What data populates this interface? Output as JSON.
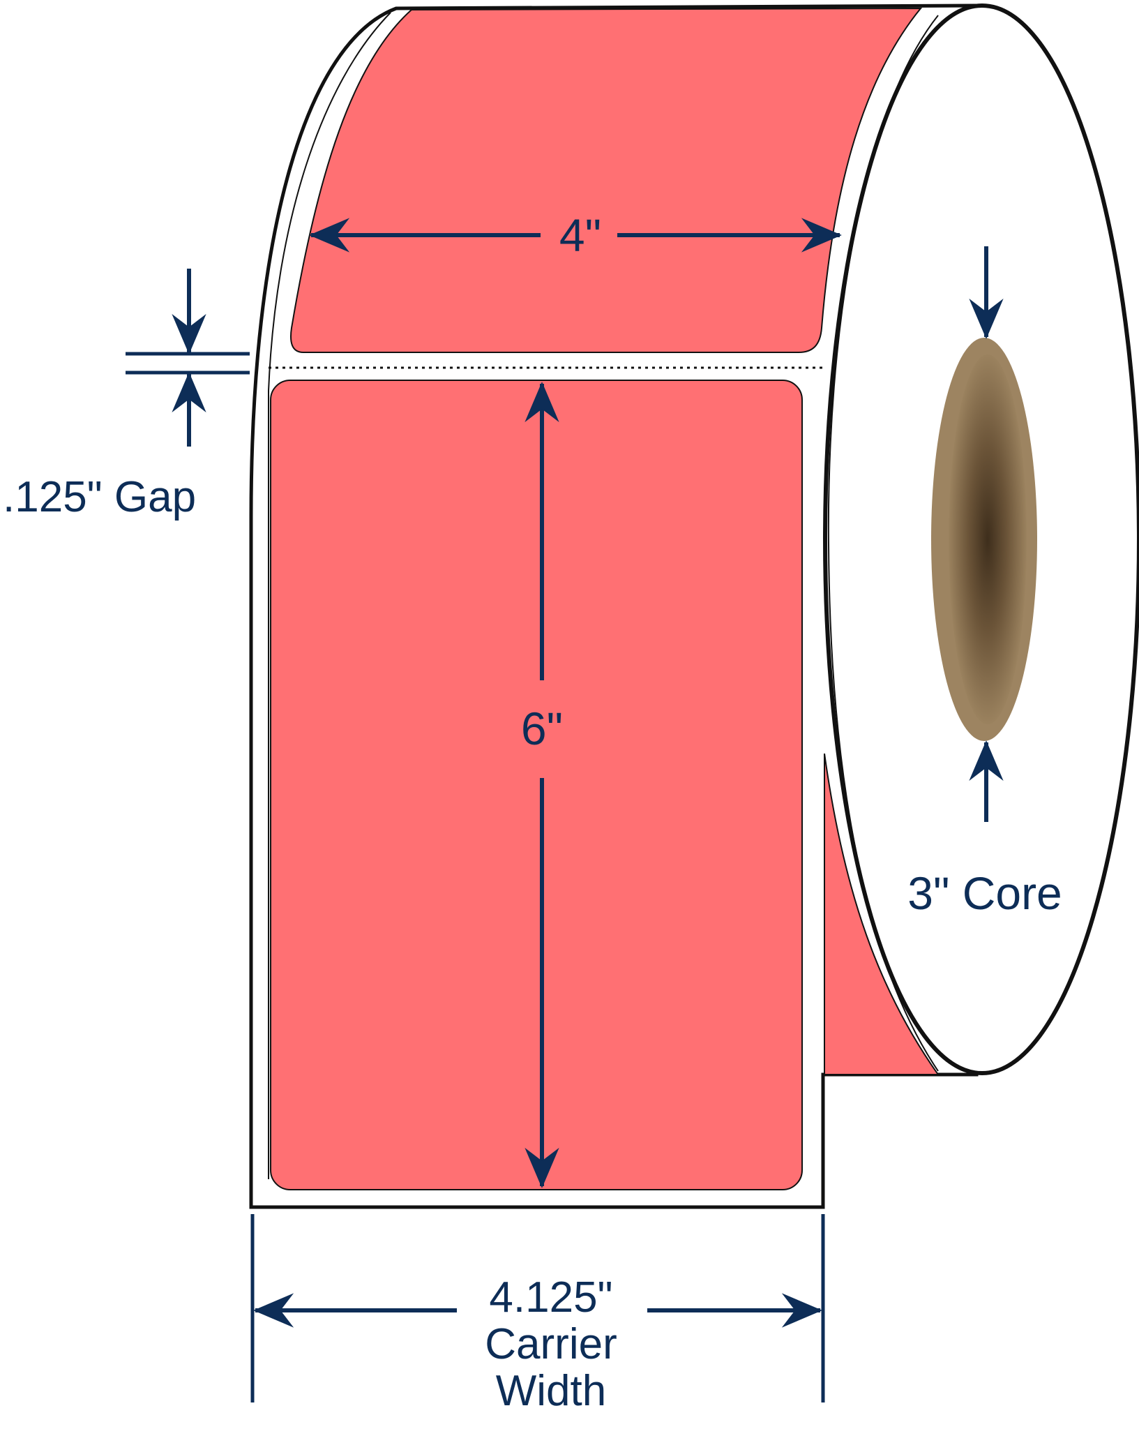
{
  "colors": {
    "label": "#ff7073",
    "outline": "#111111",
    "dimension": "#0d2d57",
    "core_outer": "#9d8461",
    "core_inner": "#4a3924",
    "background": "#ffffff"
  },
  "dimensions": {
    "label_width": "4\"",
    "label_height": "6\"",
    "gap": ".125\" Gap",
    "core": "3\" Core",
    "carrier_line1": "4.125\"",
    "carrier_line2": "Carrier",
    "carrier_line3": "Width"
  }
}
